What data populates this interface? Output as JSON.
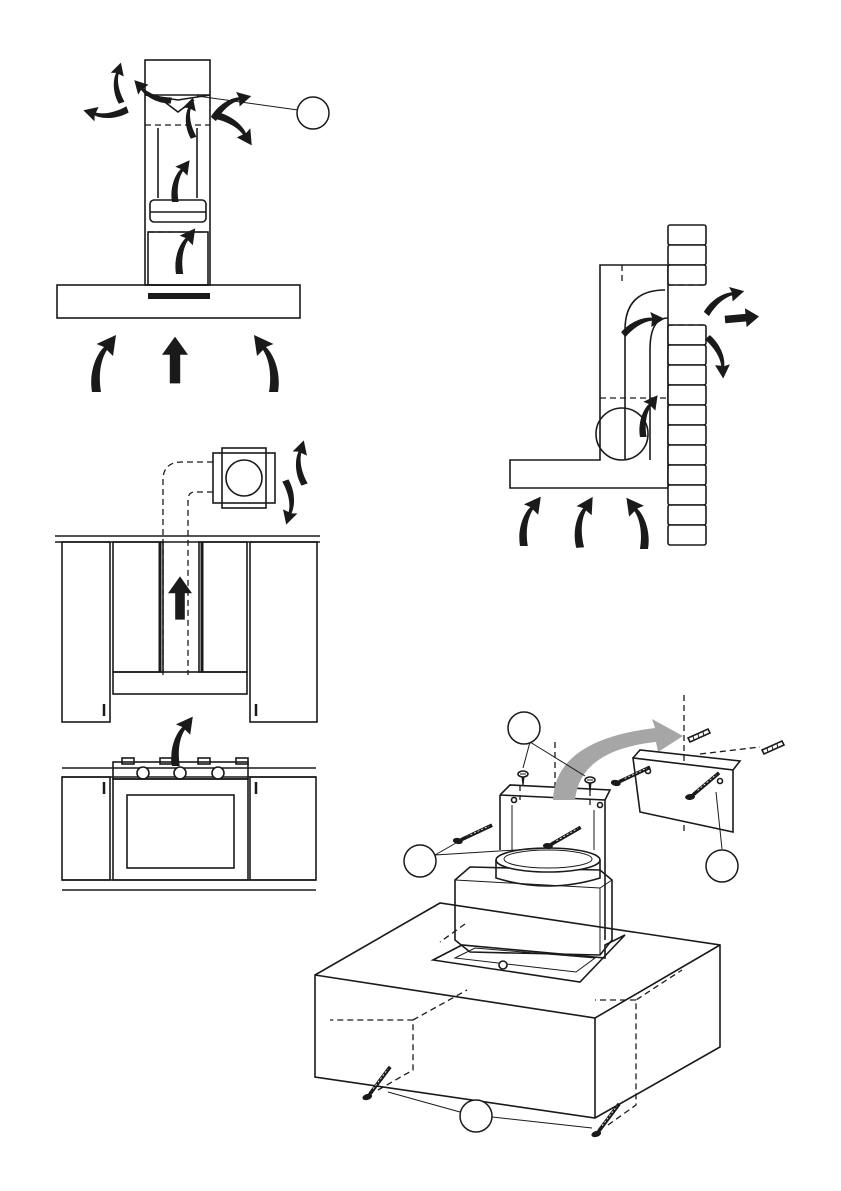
{
  "figures": [
    {
      "id": "recirculation-chimney-hood",
      "callouts": 1
    },
    {
      "id": "wall-duct-extraction",
      "callouts": 0
    },
    {
      "id": "cabinet-duct-with-external-fan",
      "callouts": 0
    },
    {
      "id": "hood-mounting-exploded-view",
      "callouts": 4
    }
  ],
  "colors": {
    "line": "#1a1a1a",
    "background": "#ffffff",
    "guide-arrow": "#a6a6a6"
  },
  "icons": [
    "airflow-arrow-icon",
    "screw-icon",
    "wall-plug-icon",
    "callout-circle-icon",
    "guide-arrow-icon"
  ]
}
